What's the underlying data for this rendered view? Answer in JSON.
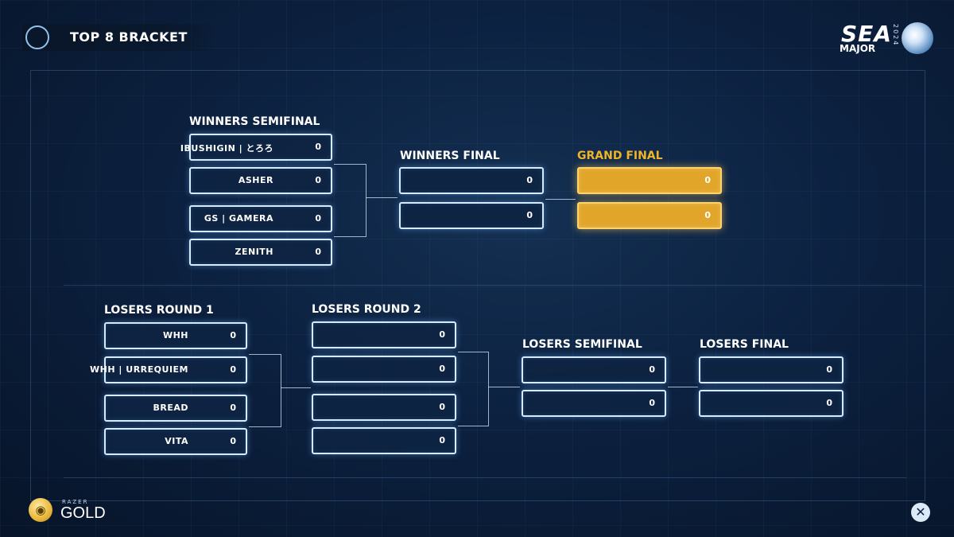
{
  "header": {
    "title": "TOP 8 BRACKET"
  },
  "logo": {
    "event": "SEA",
    "sub": "MAJOR",
    "year": "2024"
  },
  "rounds": {
    "winners_semifinal": {
      "label": "WINNERS SEMIFINAL",
      "matches": [
        [
          {
            "name": "IBUSHIGIN | とろろ",
            "score": "0"
          },
          {
            "name": "ASHER",
            "score": "0"
          }
        ],
        [
          {
            "name": "GS | GAMERA",
            "score": "0"
          },
          {
            "name": "ZENITH",
            "score": "0"
          }
        ]
      ]
    },
    "winners_final": {
      "label": "WINNERS FINAL",
      "matches": [
        [
          {
            "name": "",
            "score": "0"
          },
          {
            "name": "",
            "score": "0"
          }
        ]
      ]
    },
    "grand_final": {
      "label": "GRAND FINAL",
      "matches": [
        [
          {
            "name": "",
            "score": "0"
          },
          {
            "name": "",
            "score": "0"
          }
        ]
      ]
    },
    "losers_round_1": {
      "label": "LOSERS ROUND 1",
      "matches": [
        [
          {
            "name": "WHH",
            "score": "0"
          },
          {
            "name": "WHH | URREQUIEM",
            "score": "0"
          }
        ],
        [
          {
            "name": "BREAD",
            "score": "0"
          },
          {
            "name": "VITA",
            "score": "0"
          }
        ]
      ]
    },
    "losers_round_2": {
      "label": "LOSERS ROUND 2",
      "matches": [
        [
          {
            "name": "",
            "score": "0"
          },
          {
            "name": "",
            "score": "0"
          }
        ],
        [
          {
            "name": "",
            "score": "0"
          },
          {
            "name": "",
            "score": "0"
          }
        ]
      ]
    },
    "losers_semifinal": {
      "label": "LOSERS SEMIFINAL",
      "matches": [
        [
          {
            "name": "",
            "score": "0"
          },
          {
            "name": "",
            "score": "0"
          }
        ]
      ]
    },
    "losers_final": {
      "label": "LOSERS FINAL",
      "matches": [
        [
          {
            "name": "",
            "score": "0"
          },
          {
            "name": "",
            "score": "0"
          }
        ]
      ]
    }
  },
  "sponsor": {
    "brand": "RAZER",
    "product": "GOLD"
  },
  "icons": {
    "close": "close-icon",
    "coin": "razer-gold-coin-icon",
    "title": "ring-icon"
  },
  "colors": {
    "accent_gold": "#e1a52a",
    "slot_border": "#d6ebff",
    "background": "#0c2140"
  }
}
